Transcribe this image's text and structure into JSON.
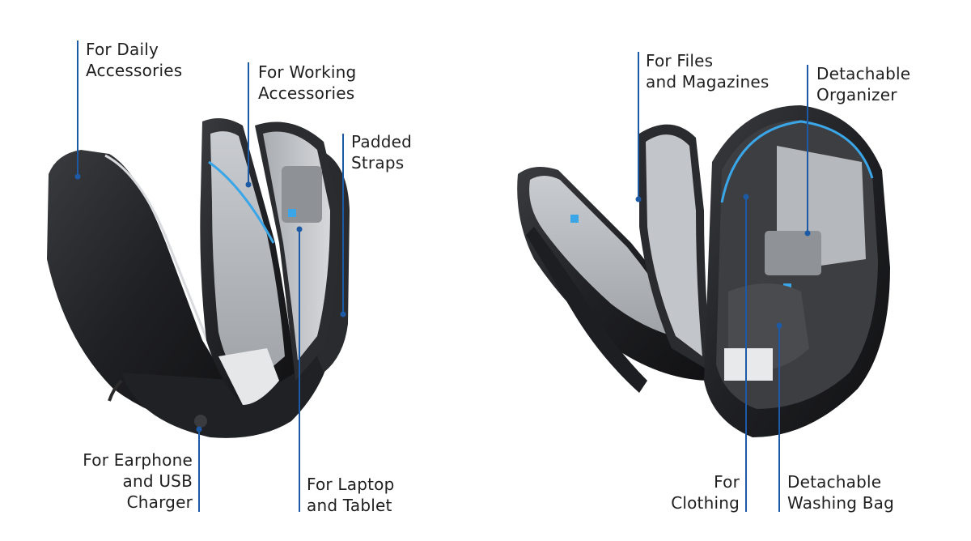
{
  "colors": {
    "leader": "#1d5aa6",
    "text": "#1f1f1f",
    "bag_dark": "#1c1c1e",
    "bag_mid": "#2f3033",
    "lining_gray": "#b9bcc0",
    "lining_light": "#d8dadd",
    "accent_blue": "#3aa6e8"
  },
  "left_bag": {
    "labels": {
      "daily": "For Daily\nAccessories",
      "working": "For Working\nAccessories",
      "straps": "Padded\nStraps",
      "earphone": "For Earphone\nand USB\nCharger",
      "laptop": "For Laptop\nand Tablet"
    }
  },
  "right_bag": {
    "labels": {
      "files": "For Files\nand Magazines",
      "organizer": "Detachable\nOrganizer",
      "clothing": "For\nClothing",
      "washing": "Detachable\nWashing Bag"
    }
  }
}
